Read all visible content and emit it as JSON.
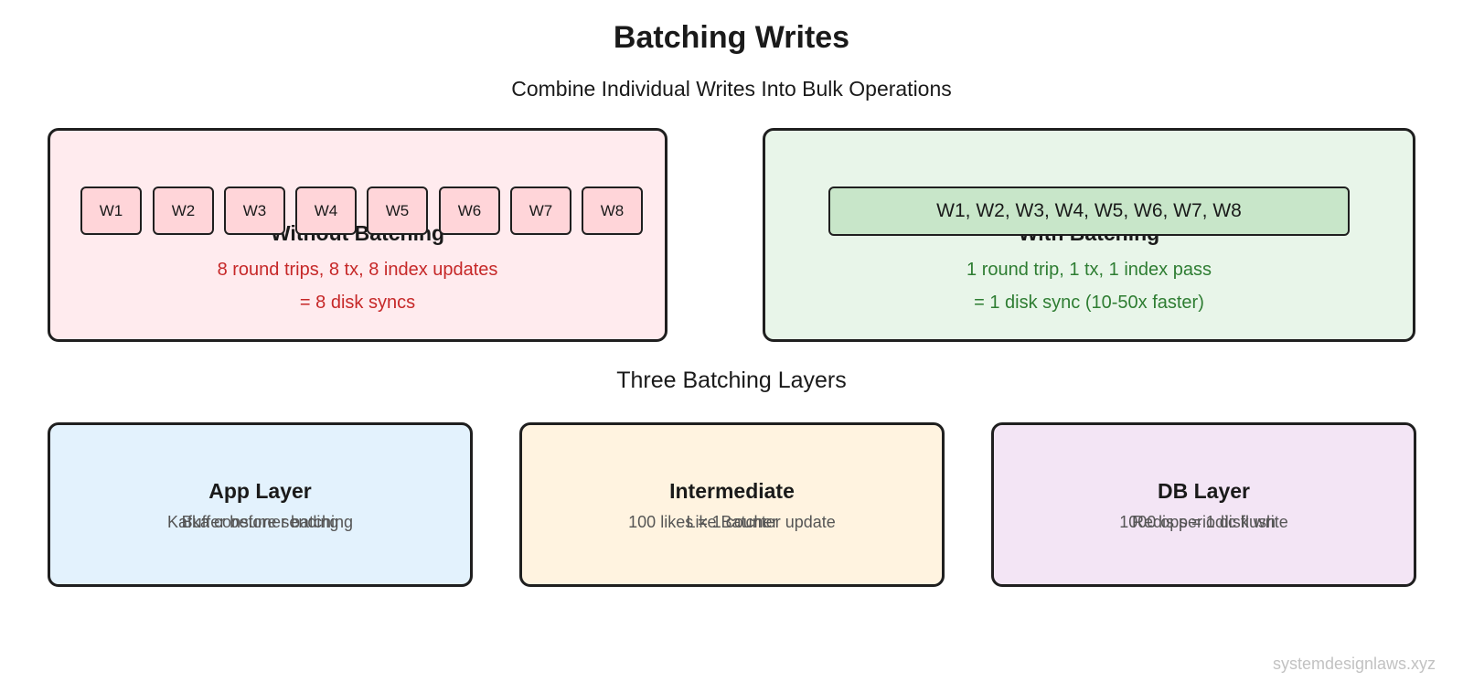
{
  "title": "Batching Writes",
  "subtitle": "Combine Individual Writes Into Bulk Operations",
  "without_batching": {
    "heading": "Without Batching",
    "line1": "8 round trips, 8 tx, 8 index updates",
    "line2": "= 8 disk syncs",
    "writes": [
      "W1",
      "W2",
      "W3",
      "W4",
      "W5",
      "W6",
      "W7",
      "W8"
    ]
  },
  "with_batching": {
    "heading": "With Batching",
    "batch_label": "W1, W2, W3, W4, W5, W6, W7, W8",
    "line1": "1 round trip, 1 tx, 1 index pass",
    "line2": "= 1 disk sync (10-50x faster)"
  },
  "layers_title": "Three Batching Layers",
  "layers": [
    {
      "heading": "App Layer",
      "text_a": "Buffer before sending",
      "text_b": "Kafka consumer batching"
    },
    {
      "heading": "Intermediate",
      "text_a": "Like Batcher",
      "text_b": "100 likes = 1 counter update"
    },
    {
      "heading": "DB Layer",
      "text_a": "Redis periodic flush",
      "text_b": "1000 ops = 1 disk write"
    }
  ],
  "watermark": "systemdesignlaws.xyz",
  "colors": {
    "without_bg": "#ffebee",
    "with_bg": "#e8f5e9",
    "negative_text": "#c62828",
    "positive_text": "#2e7d32"
  }
}
